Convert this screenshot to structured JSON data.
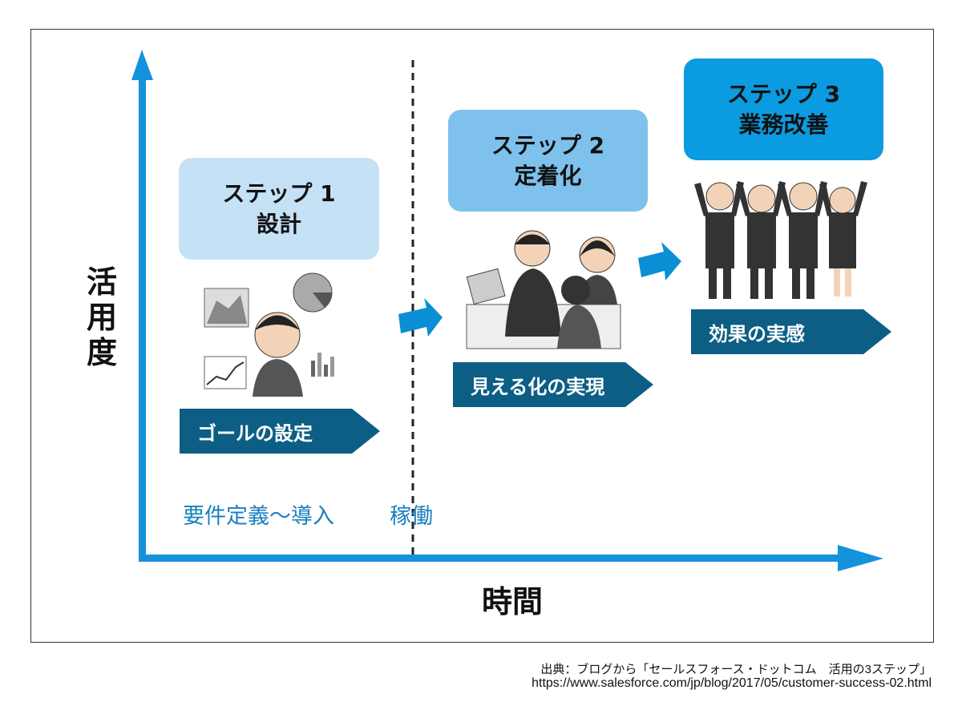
{
  "y_axis_label": "活用度",
  "x_axis_label": "時間",
  "steps": [
    {
      "title": "ステップ 1",
      "subtitle": "設計",
      "banner": "ゴールの設定",
      "color": "#c5e1f6"
    },
    {
      "title": "ステップ 2",
      "subtitle": "定着化",
      "banner": "見える化の実現",
      "color": "#7ec1ec"
    },
    {
      "title": "ステップ 3",
      "subtitle": "業務改善",
      "banner": "効果の実感",
      "color": "#0a9be0"
    }
  ],
  "phases": [
    "要件定義～導入",
    "稼働"
  ],
  "source": {
    "line1": "出典：ブログから「セールスフォース・ドットコム　活用の3ステップ」",
    "line2": "https://www.salesforce.com/jp/blog/2017/05/customer-success-02.html"
  },
  "colors": {
    "axis": "#1592dc",
    "banner": "#0d5e85",
    "phase_text": "#1a80c0"
  }
}
